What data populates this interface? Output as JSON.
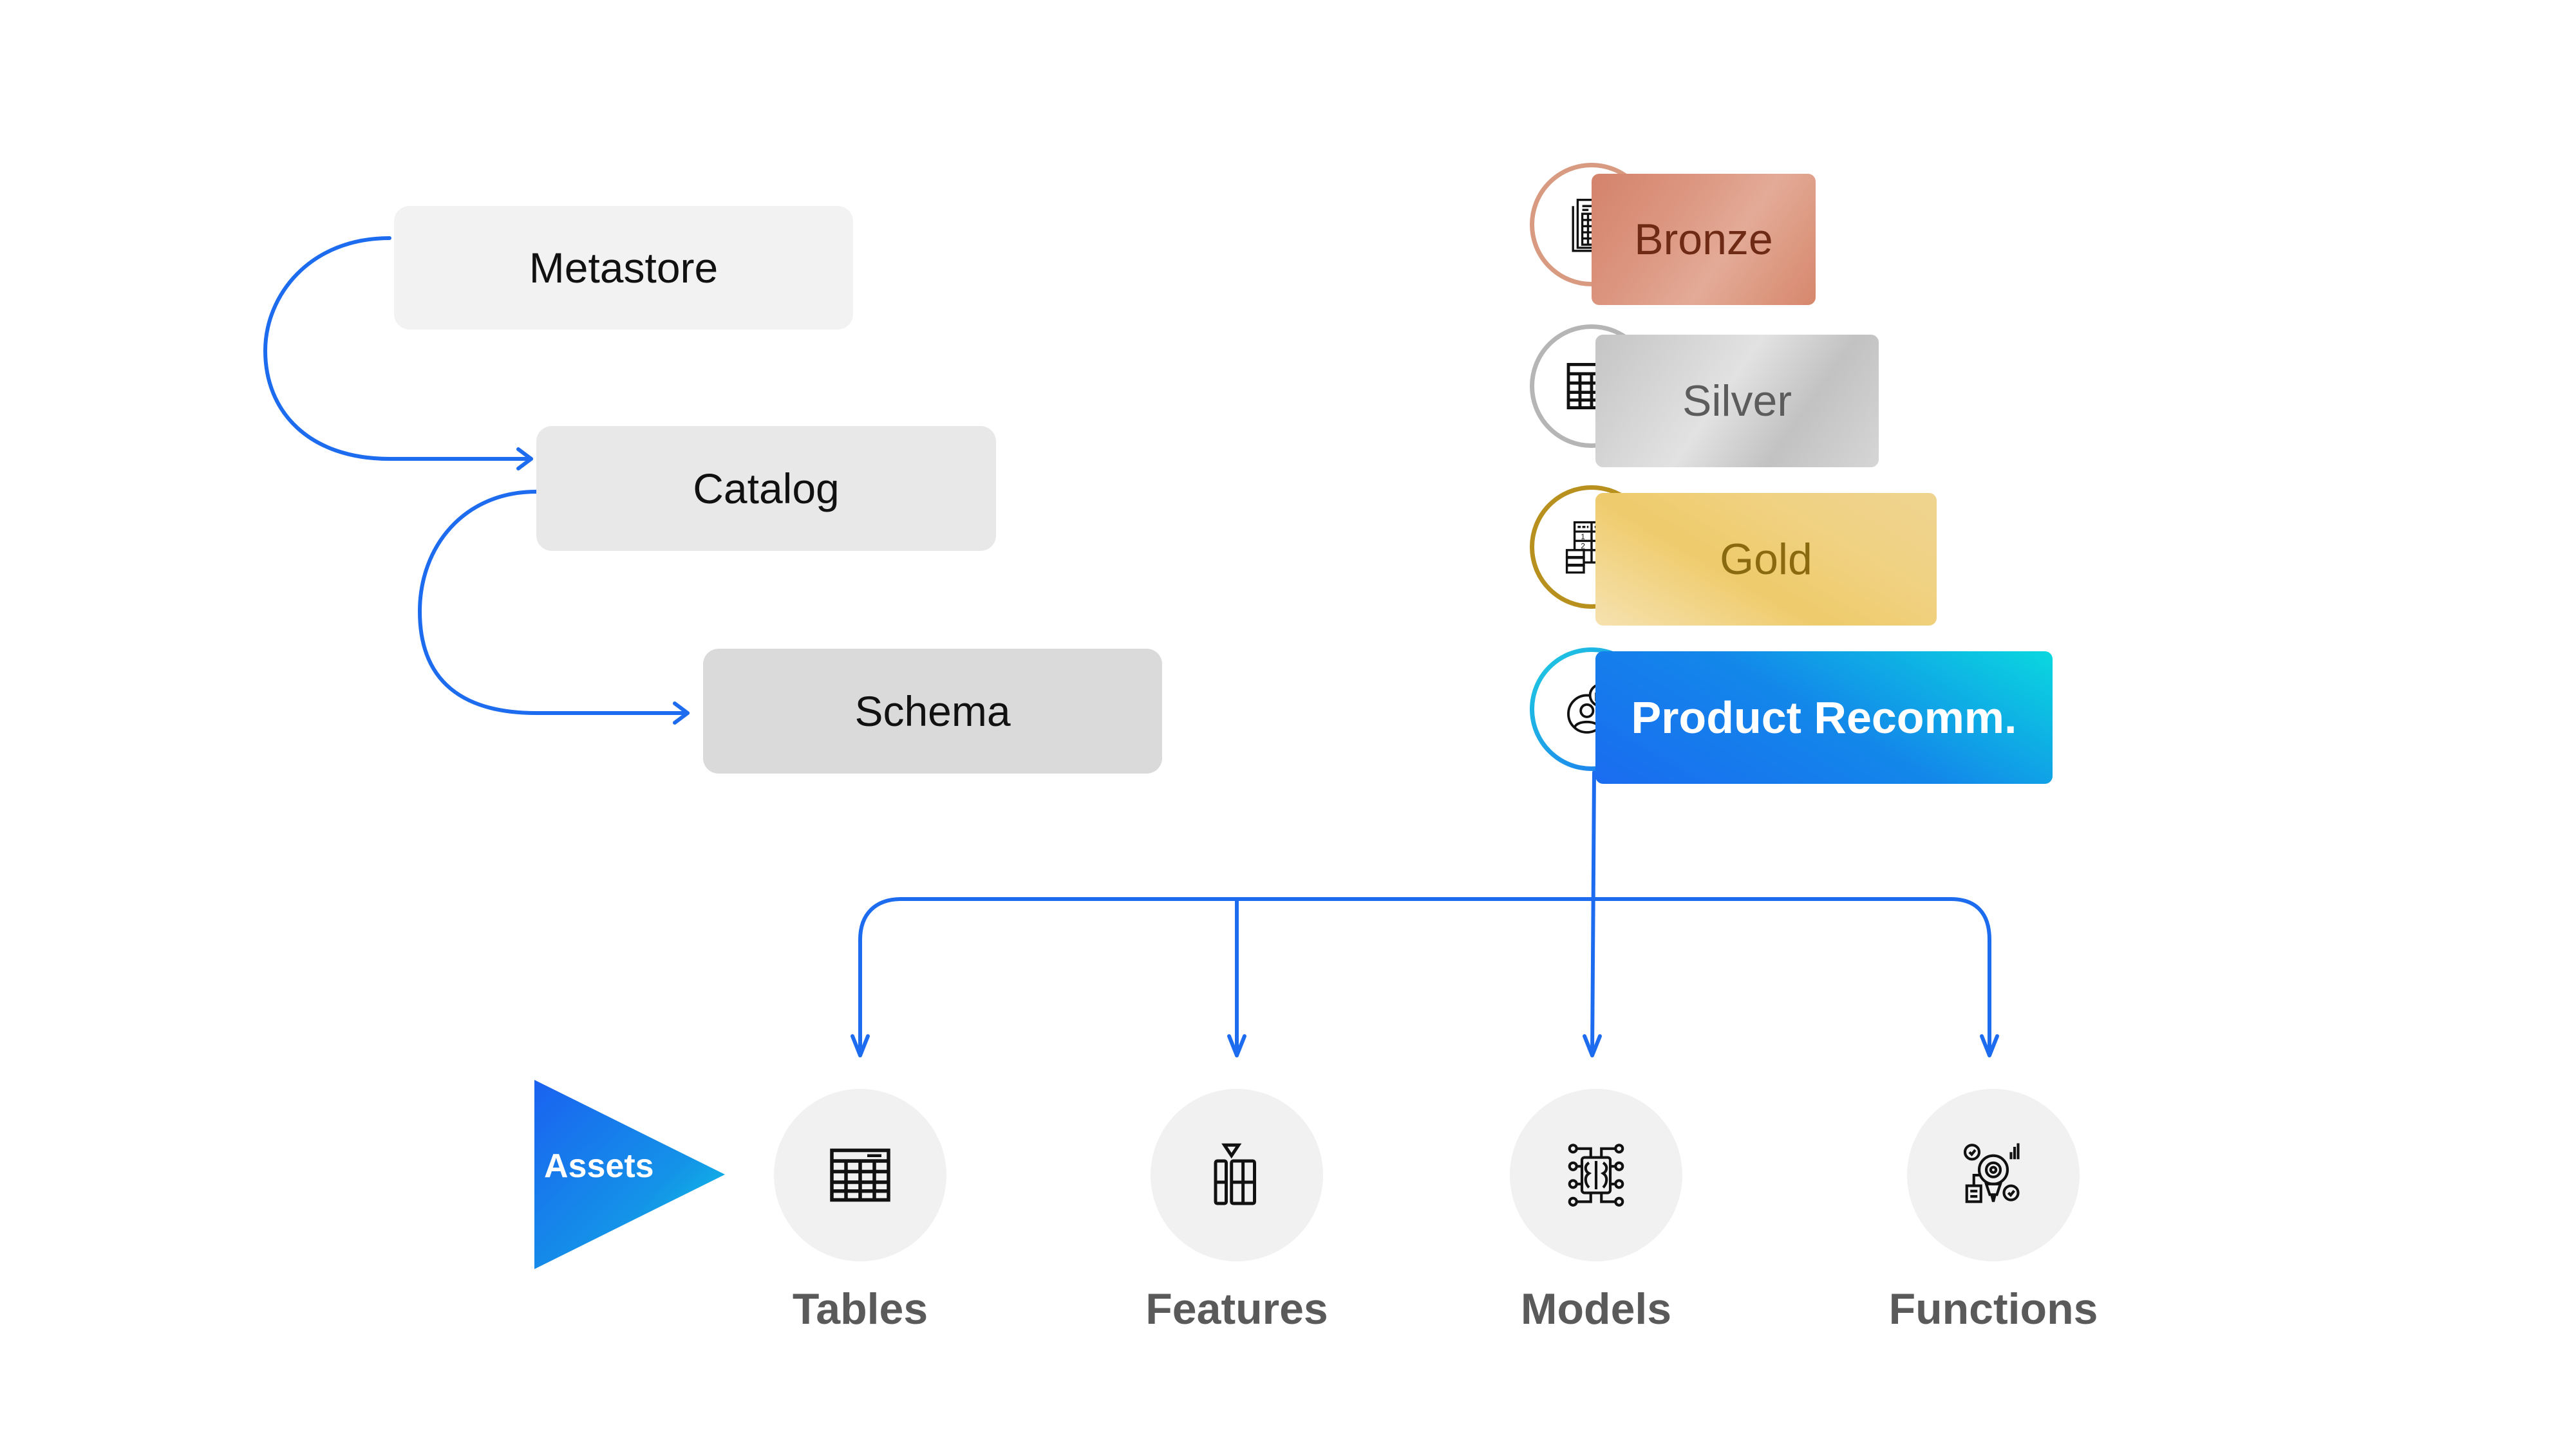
{
  "hierarchy": {
    "metastore": "Metastore",
    "catalog": "Catalog",
    "schema": "Schema"
  },
  "tiers": [
    {
      "label": "Bronze",
      "icon": "documents-table-icon"
    },
    {
      "label": "Silver",
      "icon": "table-icon"
    },
    {
      "label": "Gold",
      "icon": "ranked-table-icon"
    },
    {
      "label": "Product Recomm.",
      "icon": "recommendation-user-icon"
    }
  ],
  "assets": {
    "label": "Assets",
    "items": [
      {
        "label": "Tables",
        "icon": "table-icon"
      },
      {
        "label": "Features",
        "icon": "features-columns-icon"
      },
      {
        "label": "Models",
        "icon": "brain-chip-icon"
      },
      {
        "label": "Functions",
        "icon": "gear-bulb-icon"
      }
    ]
  },
  "colors": {
    "arrow": "#1d6cf0",
    "bronze": "#d4826a",
    "silver": "#c4c4c4",
    "gold": "#eecb6b",
    "product_start": "#1a6cf0",
    "product_end": "#0ad8df",
    "asset_label": "#5a5a5a"
  }
}
